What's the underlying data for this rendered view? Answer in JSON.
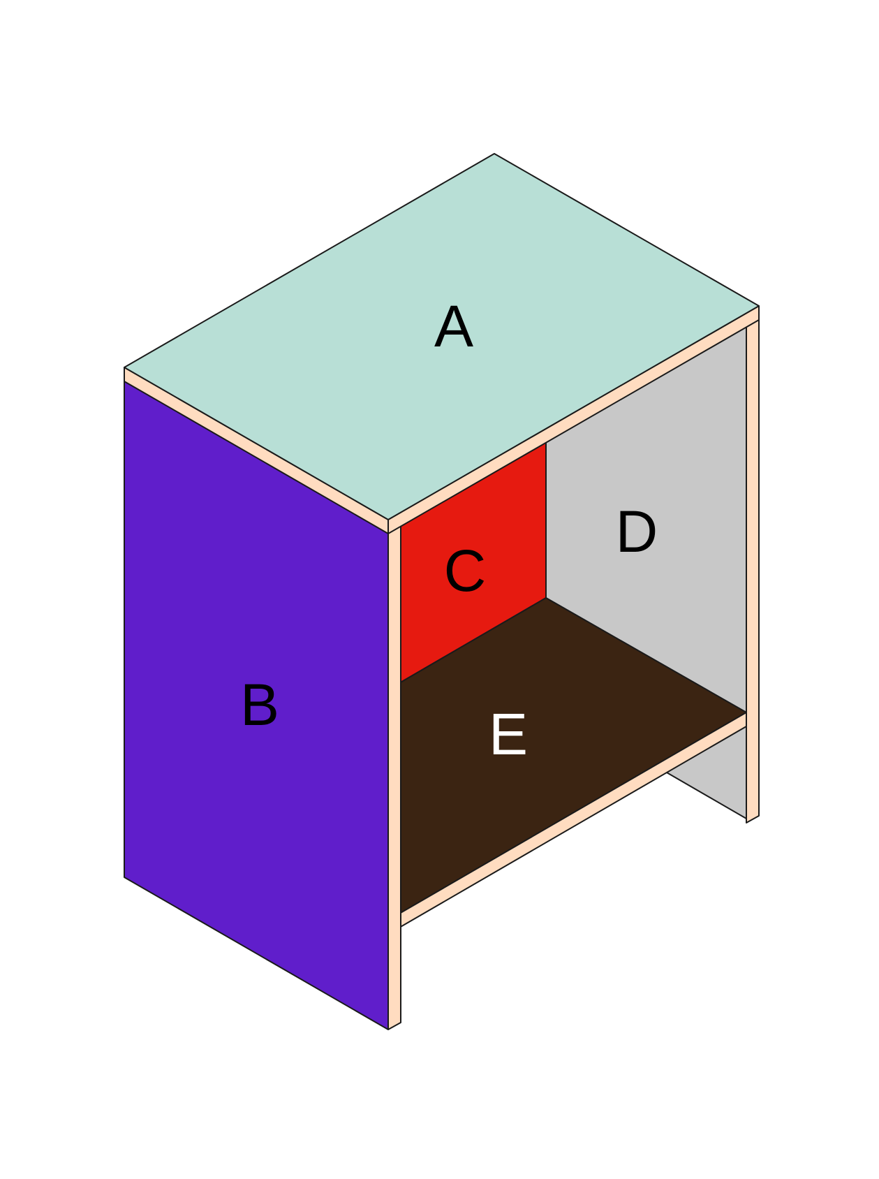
{
  "panels": {
    "top": {
      "label": "A",
      "color": "#b8dfd6",
      "label_color": "#000000"
    },
    "side": {
      "label": "B",
      "color": "#601ecb",
      "label_color": "#000000"
    },
    "back_left": {
      "label": "C",
      "color": "#e61a10",
      "label_color": "#000000"
    },
    "back_right": {
      "label": "D",
      "color": "#c8c8c8",
      "label_color": "#000000"
    },
    "shelf": {
      "label": "E",
      "color": "#3b2412",
      "label_color": "#ffffff"
    }
  },
  "edge_color": "#ffdcc0",
  "outline_color": "#1a1a1a"
}
